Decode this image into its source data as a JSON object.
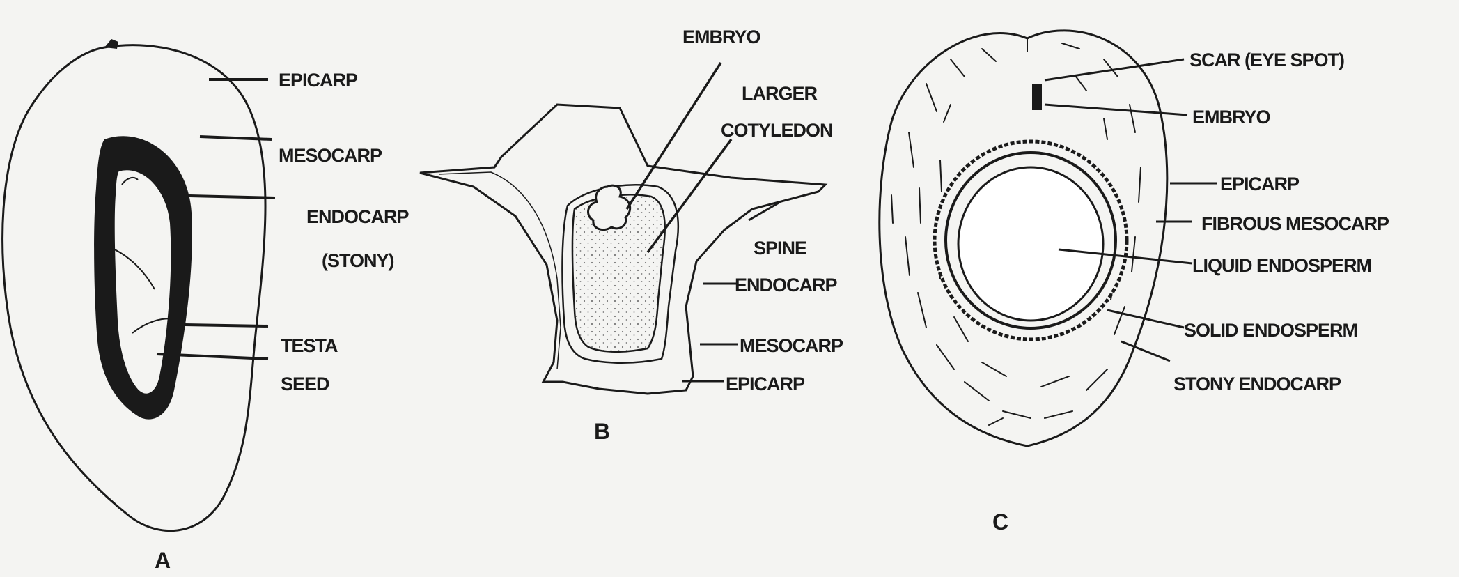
{
  "figure_a": {
    "caption": "A",
    "labels": {
      "epicarp": "EPICARP",
      "mesocarp": "MESOCARP",
      "endocarp_1": "ENDOCARP",
      "endocarp_2": "(STONY)",
      "testa": "TESTA",
      "seed": "SEED"
    }
  },
  "figure_b": {
    "caption": "B",
    "labels": {
      "embryo": "EMBRYO",
      "larger_1": "LARGER",
      "larger_2": "COTYLEDON",
      "spine": "SPINE",
      "endocarp": "ENDOCARP",
      "mesocarp": "MESOCARP",
      "epicarp": "EPICARP"
    }
  },
  "figure_c": {
    "caption": "C",
    "labels": {
      "scar": "SCAR (EYE SPOT)",
      "embryo": "EMBRYO",
      "epicarp": "EPICARP",
      "fibrous_mesocarp": "FIBROUS MESOCARP",
      "liquid_endosperm": "LIQUID ENDOSPERM",
      "solid_endosperm": "SOLID ENDOSPERM",
      "stony_endocarp": "STONY ENDOCARP"
    }
  },
  "colors": {
    "ink": "#1a1a1a",
    "background": "#f4f4f2",
    "stipple": "#777777"
  }
}
